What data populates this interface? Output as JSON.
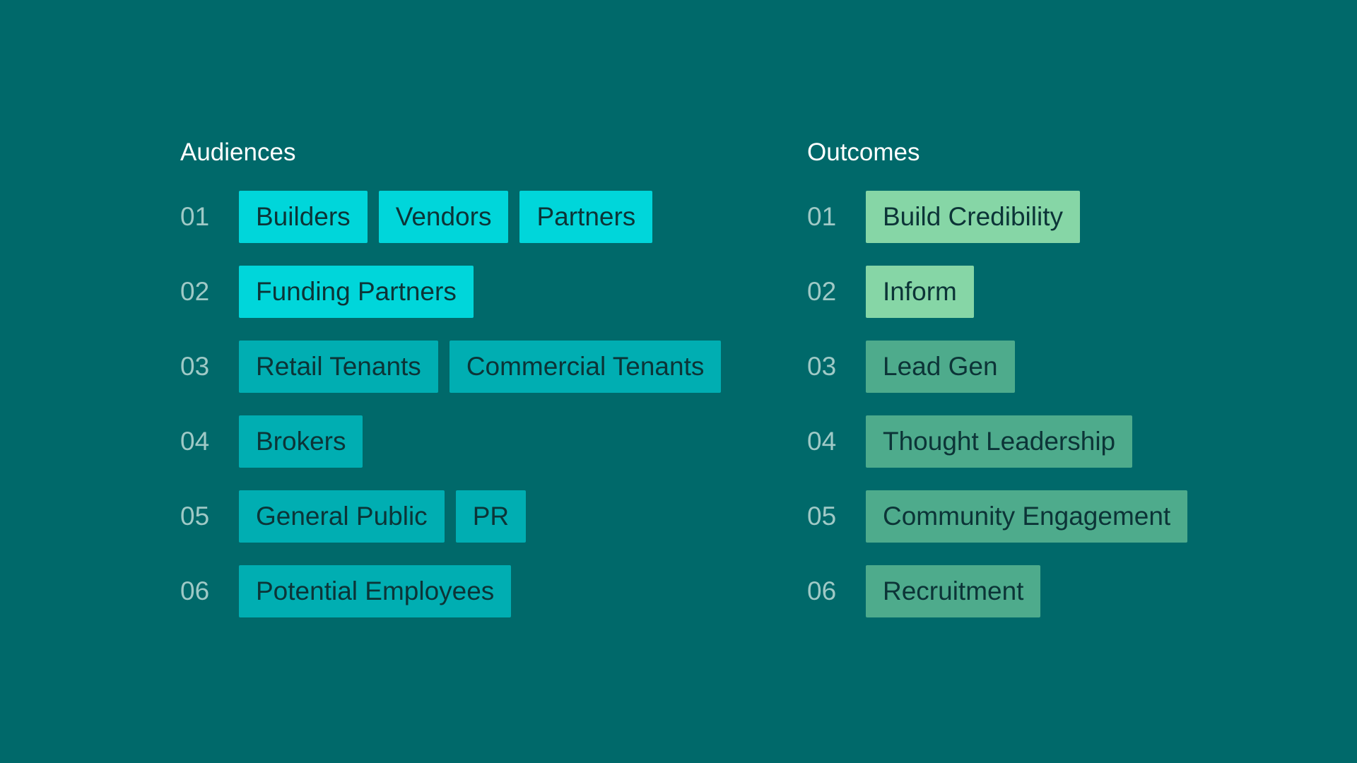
{
  "audiences": {
    "title": "Audiences",
    "rows": [
      {
        "num": "01",
        "tags": [
          "Builders",
          "Vendors",
          "Partners"
        ],
        "tone": "bright"
      },
      {
        "num": "02",
        "tags": [
          "Funding Partners"
        ],
        "tone": "bright"
      },
      {
        "num": "03",
        "tags": [
          "Retail Tenants",
          "Commercial Tenants"
        ],
        "tone": "muted"
      },
      {
        "num": "04",
        "tags": [
          "Brokers"
        ],
        "tone": "muted"
      },
      {
        "num": "05",
        "tags": [
          "General Public",
          "PR"
        ],
        "tone": "muted"
      },
      {
        "num": "06",
        "tags": [
          "Potential Employees"
        ],
        "tone": "muted"
      }
    ]
  },
  "outcomes": {
    "title": "Outcomes",
    "rows": [
      {
        "num": "01",
        "tags": [
          "Build Credibility"
        ],
        "tone": "bright"
      },
      {
        "num": "02",
        "tags": [
          "Inform"
        ],
        "tone": "bright"
      },
      {
        "num": "03",
        "tags": [
          "Lead Gen"
        ],
        "tone": "muted"
      },
      {
        "num": "04",
        "tags": [
          "Thought Leadership"
        ],
        "tone": "muted"
      },
      {
        "num": "05",
        "tags": [
          "Community Engagement"
        ],
        "tone": "muted"
      },
      {
        "num": "06",
        "tags": [
          "Recruitment"
        ],
        "tone": "muted"
      }
    ]
  },
  "colors": {
    "background": "#00696a",
    "audience_bright": "#00d6da",
    "audience_muted": "#00aeb2",
    "outcome_bright": "#86d6a6",
    "outcome_muted": "#4eab8c",
    "tag_text": "#0c3437",
    "number_text": "#9fc9c6",
    "title_text": "#ffffff"
  }
}
